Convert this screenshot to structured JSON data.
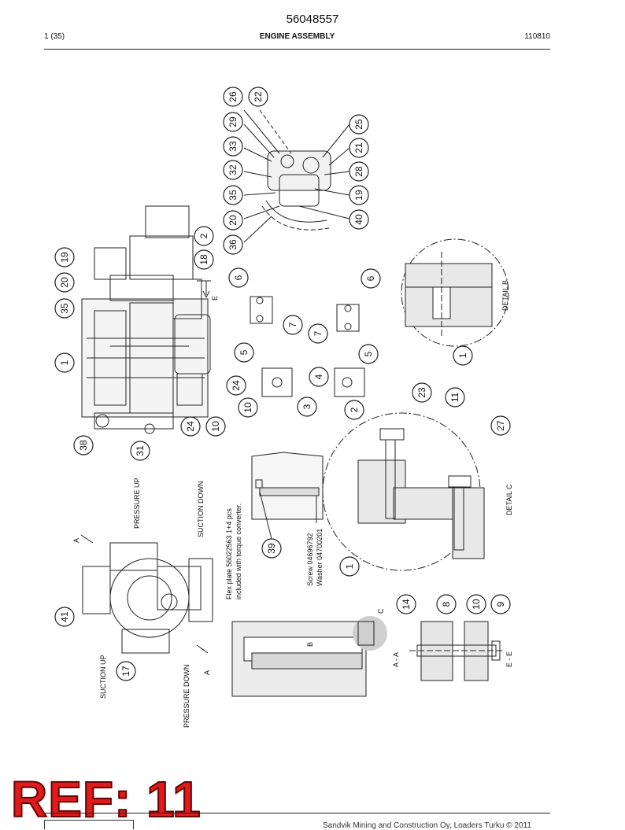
{
  "header": {
    "doc_number": "56048557",
    "page": "1 (35)",
    "title": "ENGINE ASSEMBLY",
    "code": "110810"
  },
  "callouts": [
    "26",
    "22",
    "29",
    "25",
    "33",
    "21",
    "32",
    "28",
    "35",
    "19",
    "20",
    "40",
    "36",
    "2",
    "19",
    "18",
    "20",
    "35",
    "1",
    "6",
    "6",
    "7",
    "7",
    "5",
    "5",
    "24",
    "4",
    "10",
    "3",
    "23",
    "11",
    "2",
    "1",
    "27",
    "38",
    "31",
    "24",
    "10",
    "39",
    "1",
    "14",
    "8",
    "10",
    "9",
    "41",
    "17"
  ],
  "labels": {
    "section_e": "E",
    "detail_b": "DETAIL B",
    "detail_c": "DETAIL C",
    "pressure_up": "PRESSURE UP",
    "suction_down": "SUCTION DOWN",
    "suction_up": "SUCTION UP",
    "pressure_down": "PRESSURE DOWN",
    "arrow_a1": "A",
    "arrow_a2": "A",
    "flex_plate_1": "Flex plate 56022563 1+4 pcs",
    "flex_plate_2": "included with torque converter.",
    "screw": "Screw 04696792",
    "washer": "Washer 04700201",
    "section_aa": "A - A",
    "section_ee": "E - E",
    "marker_b": "B",
    "marker_c": "C"
  },
  "ref_badge": "REF: 11",
  "footer": {
    "copyright": "Sandvik Mining and Construction Oy, Loaders Turku © 2011"
  }
}
